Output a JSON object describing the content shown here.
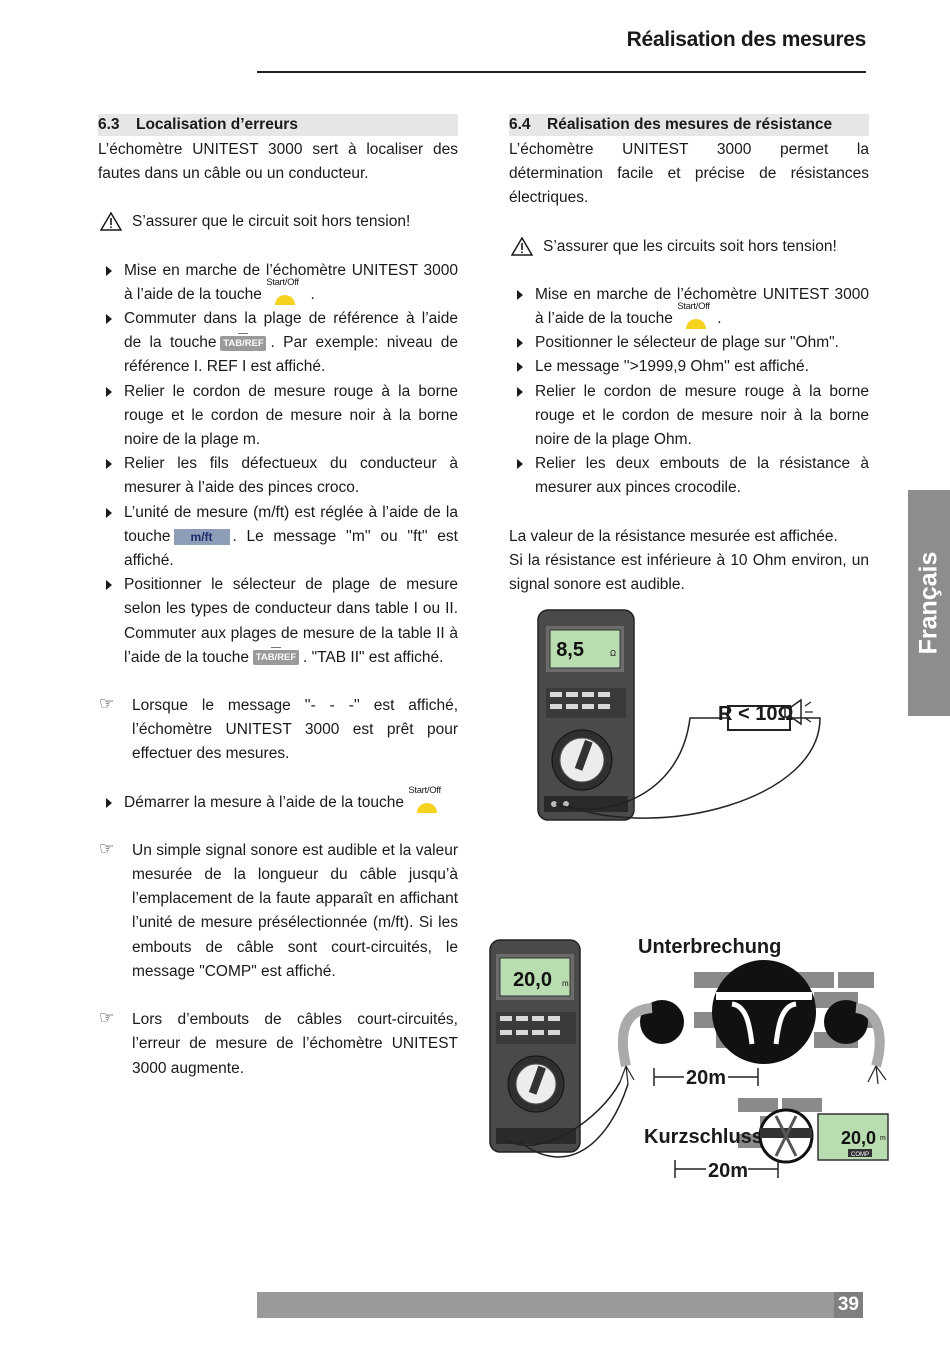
{
  "header": {
    "title": "Réalisation des mesures"
  },
  "left": {
    "section_num": "6.3",
    "section_title": "Localisation d’erreurs",
    "intro": "L’échomètre UNITEST 3000 sert à localiser des fautes dans un câble ou un conducteur.",
    "warning": "S’assurer que le circuit soit hors tension!",
    "b1": "Mise en marche de l’échomètre UNITEST 3000 à l’aide de la touche",
    "b2a": "Commuter dans la plage de référence à l’aide de la touche",
    "b2b": ". Par exemple: niveau de référence I. REF I est affiché.",
    "b3": "Relier le cordon de mesure rouge à la borne rouge et le cordon de mesure noir à la borne noire de la plage m.",
    "b4": "Relier les fils défectueux du conducteur à mesurer à l’aide des pinces croco.",
    "b5a": "L’unité de mesure (m/ft) est réglée à l’aide de la touche",
    "b5b": ". Le message ''m'' ou ''ft'' est affiché.",
    "b6a": "Positionner le sélecteur de plage de mesure selon les types de conducteur dans table I ou II. Commuter aux plages de mesure de la table II à l’aide de la touche",
    "b6b": ". \"TAB II\" est affiché.",
    "n1": "Lorsque le message ''- - -'' est affiché, l’échomètre UNITEST 3000 est prêt pour effectuer des mesures.",
    "b7": "Démarrer la mesure à l’aide de la touche",
    "n2": "Un simple signal sonore est audible et la valeur mesurée de la longueur du câble jusqu’à l’emplacement de la faute apparaît en affichant l’unité de mesure présélectionnée (m/ft). Si les embouts de câble sont court-circuités, le message \"COMP\" est affiché.",
    "n3": "Lors d’embouts de câbles court-circuités, l’erreur de mesure de l’échomètre UNITEST 3000 augmente."
  },
  "right": {
    "section_num": "6.4",
    "section_title": "Réalisation des mesures de résistance",
    "intro": "L’échomètre UNITEST 3000 permet la détermination facile et précise de résistances électriques.",
    "warning": "S’assurer que les circuits soit hors tension!",
    "b1": "Mise en marche de l’échomètre UNITEST 3000 à l’aide de la touche",
    "b2": "Positionner le sélecteur de plage sur \"Ohm\".",
    "b3": "Le message ''>1999,9 Ohm'' est affiché.",
    "b4": "Relier le cordon de mesure rouge à la borne rouge et le cordon de mesure noir à la borne noire de la plage Ohm.",
    "b5": "Relier les deux embouts de la résistance à mesurer aux pinces crocodile.",
    "p1": "La valeur de la résistance mesurée est affichée.",
    "p2": "Si la résistance est inférieure à 10 Ohm environ, un signal sonore est audible."
  },
  "keys": {
    "start_off": "Start/Off",
    "tab_ref": "TAB/REF",
    "mft": "m/ft"
  },
  "figure": {
    "display_top": "8,5",
    "display_top_unit": "Ω",
    "r_label": "R < 10Ω",
    "display_bottom": "20,0",
    "display_bottom_unit": "m",
    "unterbrechung": "Unterbrechung",
    "dist1": "20m",
    "kurzschluss": "Kurzschluss",
    "dist2": "20m",
    "display_small": "20,0",
    "display_small_unit": "m",
    "comp": "COMP"
  },
  "side_tab": "Français",
  "footer": {
    "page": "39"
  },
  "colors": {
    "section_bg": "#e6e6e6",
    "side_tab": "#8d8d8d",
    "footer": "#9a9a9a",
    "key_yellow": "#f4d21e",
    "lcd": "#b9ddb0"
  }
}
